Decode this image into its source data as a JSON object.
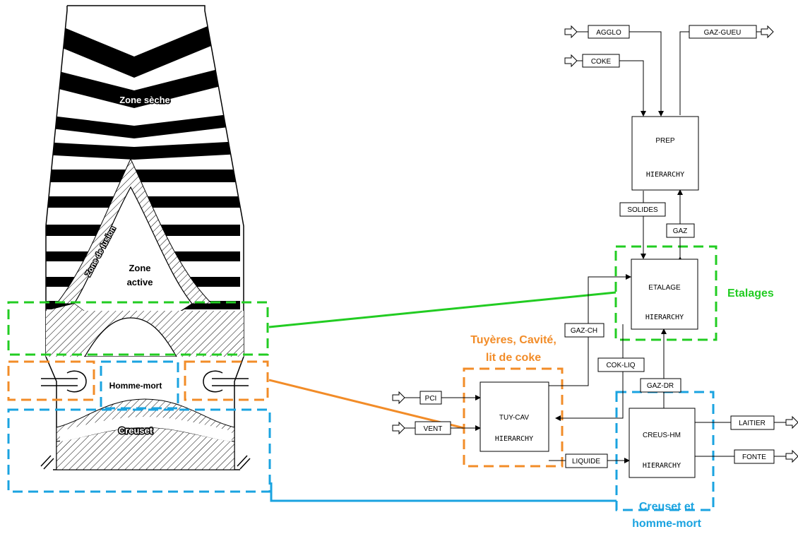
{
  "furnace": {
    "zone_seche": "Zone sèche",
    "zone_fusion": "Zone de fusion",
    "zone_active_1": "Zone",
    "zone_active_2": "active",
    "homme_mort": "Homme-mort",
    "creuset": "Creuset"
  },
  "blocks": {
    "prep": {
      "name": "PREP",
      "sub": "HIERARCHY"
    },
    "etalage": {
      "name": "ETALAGE",
      "sub": "HIERARCHY"
    },
    "tuycav": {
      "name": "TUY-CAV",
      "sub": "HIERARCHY"
    },
    "creushm": {
      "name": "CREUS-HM",
      "sub": "HIERARCHY"
    }
  },
  "streams": {
    "agglo": "AGGLO",
    "coke": "COKE",
    "gaz_gueu": "GAZ-GUEU",
    "solides": "SOLIDES",
    "gaz": "GAZ",
    "gaz_ch": "GAZ-CH",
    "cok_liq": "COK-LIQ",
    "gaz_dr": "GAZ-DR",
    "pci": "PCI",
    "vent": "VENT",
    "liquide": "LIQUIDE",
    "laitier": "LAITIER",
    "fonte": "FONTE"
  },
  "groups": {
    "etalages": "Etalages",
    "tuyeres_1": "Tuyères, Cavité,",
    "tuyeres_2": "lit de coke",
    "creuset_1": "Creuset et",
    "creuset_2": "homme-mort"
  },
  "colors": {
    "green": "#22cc22",
    "orange": "#f28c28",
    "blue": "#1aa3e0"
  }
}
